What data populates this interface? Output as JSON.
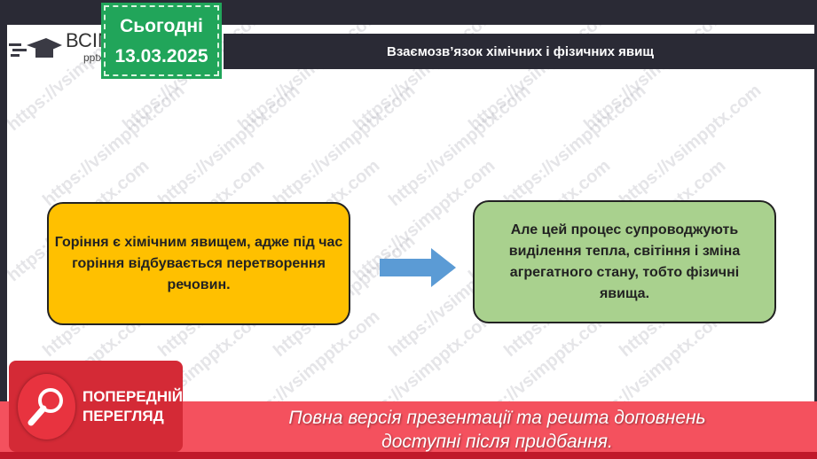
{
  "header": {
    "title": "Взаємозв’язок хімічних і фізичних явищ",
    "logo_main": "ВСІМ",
    "logo_sub": "pptx",
    "date_label": "Сьогодні",
    "date": "13.03.2025"
  },
  "content": {
    "left_box": "Горіння є хімічним явищем, адже під час горіння відбувається перетворення речовин.",
    "right_box": "Але цей процес супроводжують виділення тепла, світіння і зміна агрегатного стану, тобто фізичні явища.",
    "arrow_color": "#5b9bd5"
  },
  "footer": {
    "preview_label_1": "ПОПЕРЕДНІЙ",
    "preview_label_2": "ПЕРЕГЛЯД",
    "notice_1": "Повна версія презентації та решта доповнень",
    "notice_2": "доступні після придбання."
  }
}
